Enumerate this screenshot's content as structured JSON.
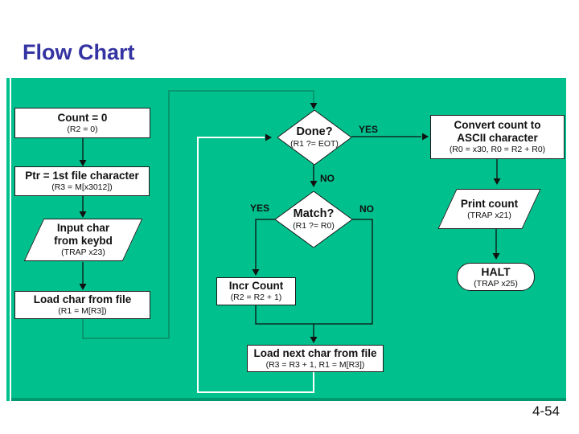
{
  "slide": {
    "title": "Flow Chart",
    "page_number": "4-54"
  },
  "colors": {
    "panel_green": "#00C18D",
    "panel_bottom_edge": "#00986F",
    "title_blue": "#3433A2",
    "node_border": "#1A1A1A",
    "connector_dark": "#0B8A66",
    "connector_white": "#FFFFFF",
    "arrowhead_black": "#111111"
  },
  "flowchart": {
    "nodes": {
      "count": {
        "type": "process",
        "label": "Count = 0",
        "sublabel": "(R2 = 0)"
      },
      "ptr": {
        "type": "process",
        "label": "Ptr = 1st file character",
        "sublabel": "(R3 = M[x3012])"
      },
      "input": {
        "type": "io",
        "label": "Input char",
        "label2": "from keybd",
        "sublabel": "(TRAP x23)"
      },
      "loadchar": {
        "type": "process",
        "label": "Load char from file",
        "sublabel": "(R1 = M[R3])"
      },
      "done": {
        "type": "decision",
        "label": "Done?",
        "sublabel": "(R1 ?= EOT)"
      },
      "match": {
        "type": "decision",
        "label": "Match?",
        "sublabel": "(R1 ?= R0)"
      },
      "incr": {
        "type": "process",
        "label": "Incr Count",
        "sublabel": "(R2 = R2 + 1)"
      },
      "loadnext": {
        "type": "process",
        "label": "Load next char from file",
        "sublabel": "(R3 = R3 + 1, R1 = M[R3])"
      },
      "convert": {
        "type": "process",
        "label": "Convert count to",
        "label2": "ASCII character",
        "sublabel": "(R0 = x30, R0 = R2 + R0)"
      },
      "print": {
        "type": "io",
        "label": "Print count",
        "sublabel": "(TRAP x21)"
      },
      "halt": {
        "type": "terminator",
        "label": "HALT",
        "sublabel": "(TRAP x25)"
      }
    },
    "branch_labels": {
      "done_yes": "YES",
      "done_no": "NO",
      "match_yes": "YES",
      "match_no": "NO"
    }
  }
}
